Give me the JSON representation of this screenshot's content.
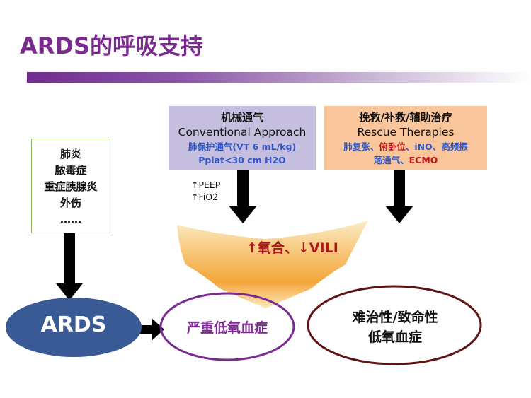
{
  "title": "ARDS的呼吸支持",
  "causes": [
    "肺炎",
    "脓毒症",
    "重症胰腺炎",
    "外伤",
    "……"
  ],
  "conventional": {
    "title_cn": "机械通气",
    "title_en": "Conventional Approach",
    "line1": "肺保护通气(VT 6 mL/kg)",
    "line2": "Pplat<30 cm H2O"
  },
  "rescue": {
    "title_cn": "挽救/补救/辅助治疗",
    "title_en": "Rescue Therapies",
    "line1a": "肺复张、",
    "line1b": "俯卧位",
    "line1c": "、iNO、高频振",
    "line2a": "荡通气、",
    "line2b": "ECMO"
  },
  "peep": "↑PEEP",
  "fio2": "↑FiO2",
  "funnel_text": "↑氧合、↓VILI",
  "ards": "ARDS",
  "severe_hypoxemia": "严重低氧血症",
  "refractory_line1": "难治性/致命性",
  "refractory_line2": "低氧血症",
  "colors": {
    "title_purple": "#7b2b8f",
    "ards_blue": "#3a5a96",
    "conv_box": "#c6bedf",
    "rescue_box": "#f9c59b",
    "funnel_orange": "#f6b045",
    "refractory_ring": "#5e1414",
    "accent_red": "#c0141b",
    "accent_blue": "#2f58c6"
  }
}
